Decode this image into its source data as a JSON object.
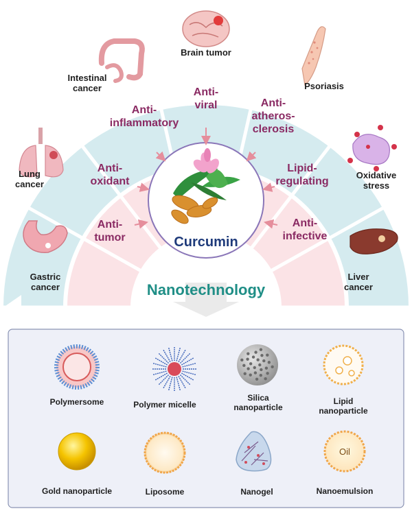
{
  "center": {
    "label": "Curcumin"
  },
  "diseases": [
    {
      "id": "brain",
      "lines": [
        "Brain tumor"
      ]
    },
    {
      "id": "intestinal",
      "lines": [
        "Intestinal",
        "cancer"
      ]
    },
    {
      "id": "psoriasis",
      "lines": [
        "Psoriasis"
      ]
    },
    {
      "id": "lung",
      "lines": [
        "Lung",
        "cancer"
      ]
    },
    {
      "id": "oxidative",
      "lines": [
        "Oxidative",
        "stress"
      ]
    },
    {
      "id": "gastric",
      "lines": [
        "Gastric",
        "cancer"
      ]
    },
    {
      "id": "liver",
      "lines": [
        "Liver",
        "cancer"
      ]
    }
  ],
  "effects": [
    {
      "id": "anti-viral",
      "lines": [
        "Anti-",
        "viral"
      ]
    },
    {
      "id": "anti-inflammatory",
      "lines": [
        "Anti-",
        "inflammatory"
      ]
    },
    {
      "id": "anti-atherosclerosis",
      "lines": [
        "Anti-",
        "atheros-",
        "clerosis"
      ]
    },
    {
      "id": "anti-oxidant",
      "lines": [
        "Anti-",
        "oxidant"
      ]
    },
    {
      "id": "lipid-regulating",
      "lines": [
        "Lipid-",
        "regulating"
      ]
    },
    {
      "id": "anti-tumor",
      "lines": [
        "Anti-",
        "tumor"
      ]
    },
    {
      "id": "anti-infective",
      "lines": [
        "Anti-",
        "infective"
      ]
    }
  ],
  "section_title": "Nanotechnology",
  "nanoparticles": [
    {
      "id": "polymersome",
      "lines": [
        "Polymersome"
      ]
    },
    {
      "id": "polymer-micelle",
      "lines": [
        "Polymer micelle"
      ]
    },
    {
      "id": "silica",
      "lines": [
        "Silica",
        "nanoparticle"
      ]
    },
    {
      "id": "lipid-np",
      "lines": [
        "Lipid",
        "nanoparticle"
      ]
    },
    {
      "id": "gold",
      "lines": [
        "Gold nanoparticle"
      ]
    },
    {
      "id": "liposome",
      "lines": [
        "Liposome"
      ]
    },
    {
      "id": "nanogel",
      "lines": [
        "Nanogel"
      ]
    },
    {
      "id": "nanoemulsion",
      "lines": [
        "Nanoemulsion"
      ],
      "inner_label": "Oil"
    }
  ],
  "colors": {
    "outer_ring": "#d5ebef",
    "inner_ring": "#fbe3e6",
    "effect_text": "#8a2a63",
    "curcumin_text": "#1e3a7a",
    "nanotech_text": "#1f8e86",
    "box_fill": "#eef0f8",
    "box_border": "#8a93b3"
  }
}
